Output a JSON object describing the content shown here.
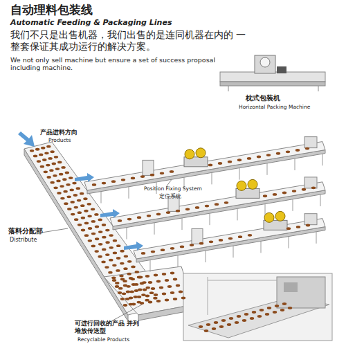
{
  "diagram": {
    "title": "自动理料包装线",
    "labels": [
      "Automatic Feeding & Packaging Lines",
      "我们不只是出售机器，我们出售的是连同机器在内的 一整套保证其成功运行的解决方案。",
      "We not only sell machine but ensure a set of success proposal including machine.",
      "产品进料方向",
      "Products",
      "枕式包装机",
      "Horizontal Packing Machine",
      "Position Fixing System",
      "定位系统",
      "落料分配部",
      "Distribute",
      "可进行回收的产品 并列堆放传送型",
      "Recyclable Products"
    ]
  }
}
